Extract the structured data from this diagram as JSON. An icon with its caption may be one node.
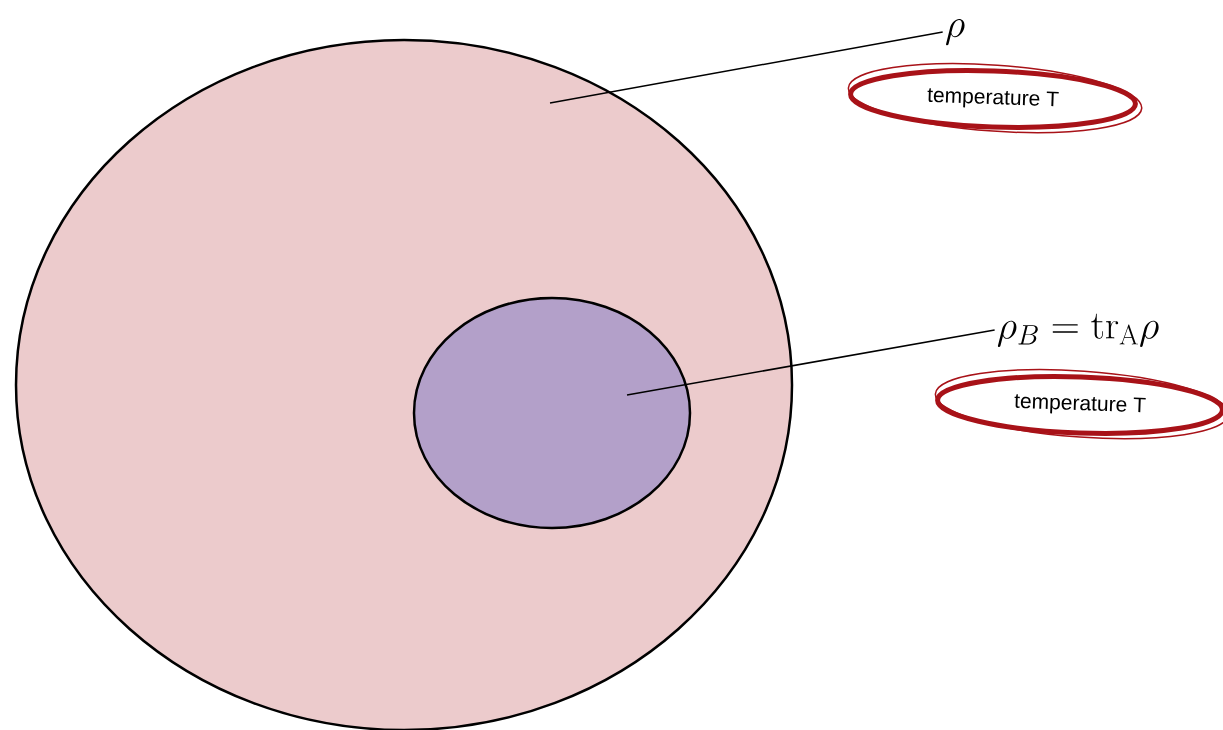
{
  "diagram": {
    "nodes": [
      {
        "text": [],
        "shape": "circle"
      },
      {
        "text": [],
        "shape": "circle",
        "in": 0
      },
      {
        "text": [
          "\\rho"
        ]
      },
      {
        "text": [
          "temperature T"
        ]
      },
      {
        "text": [
          "\\rho_B = \\mathrm{tr}_\\mathrm{A}\\rho"
        ]
      },
      {
        "text": [
          "temperature T"
        ]
      }
    ],
    "edges": [
      {
        "from": 2,
        "to": 0,
        "arrow": "none"
      },
      {
        "from": 4,
        "to": 1,
        "arrow": "none"
      }
    ]
  }
}
